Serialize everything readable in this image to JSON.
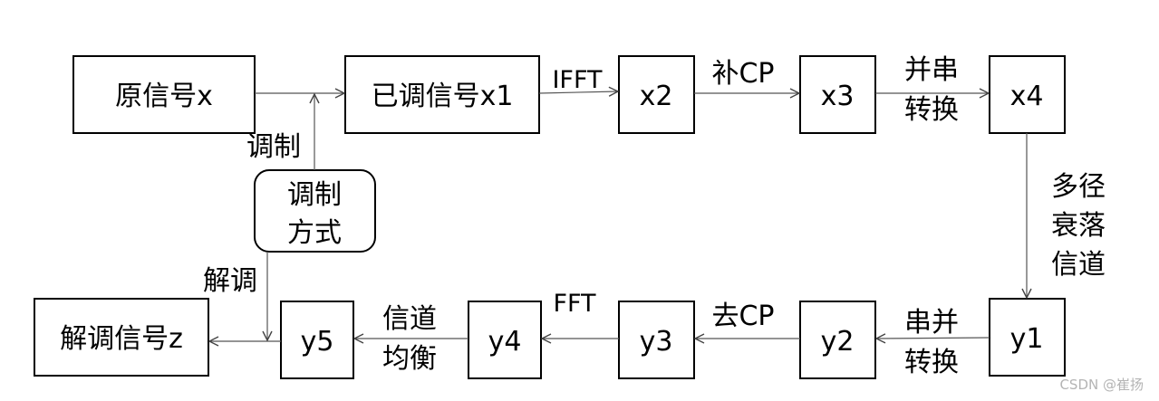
{
  "nodes": {
    "original_signal": "原信号x",
    "modulated_signal": "已调信号x1",
    "x2": "x2",
    "x3": "x3",
    "x4": "x4",
    "modulation_method_line1": "调制",
    "modulation_method_line2": "方式",
    "y1": "y1",
    "y2": "y2",
    "y3": "y3",
    "y4": "y4",
    "y5": "y5",
    "demodulated_signal": "解调信号z"
  },
  "edge_labels": {
    "modulate": "调制",
    "ifft": "IFFT",
    "add_cp": "补CP",
    "sp_line1": "并串",
    "sp_line2": "转换",
    "channel_line1": "多径",
    "channel_line2": "衰落",
    "channel_line3": "信道",
    "ps_line1": "串并",
    "ps_line2": "转换",
    "remove_cp": "去CP",
    "fft": "FFT",
    "eq_line1": "信道",
    "eq_line2": "均衡",
    "demodulate": "解调"
  },
  "watermark": "CSDN @崔扬"
}
